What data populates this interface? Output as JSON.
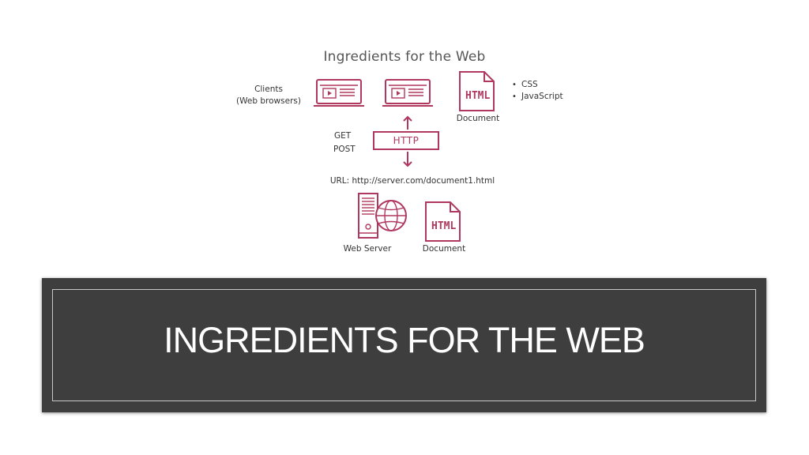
{
  "diagram": {
    "title": "Ingredients for the Web",
    "clients_label_line1": "Clients",
    "clients_label_line2": "(Web browsers)",
    "top_document_label": "Document",
    "html_badge": "HTML",
    "bullets": [
      "CSS",
      "JavaScript"
    ],
    "methods": [
      "GET",
      "POST"
    ],
    "protocol": "HTTP",
    "url_text": "URL: http://server.com/document1.html",
    "server_label": "Web Server",
    "bottom_document_label": "Document"
  },
  "banner": {
    "title": "INGREDIENTS FOR THE WEB"
  },
  "colors": {
    "accent": "#b0385f",
    "banner_bg": "#3e3e3e",
    "banner_text": "#ffffff"
  }
}
